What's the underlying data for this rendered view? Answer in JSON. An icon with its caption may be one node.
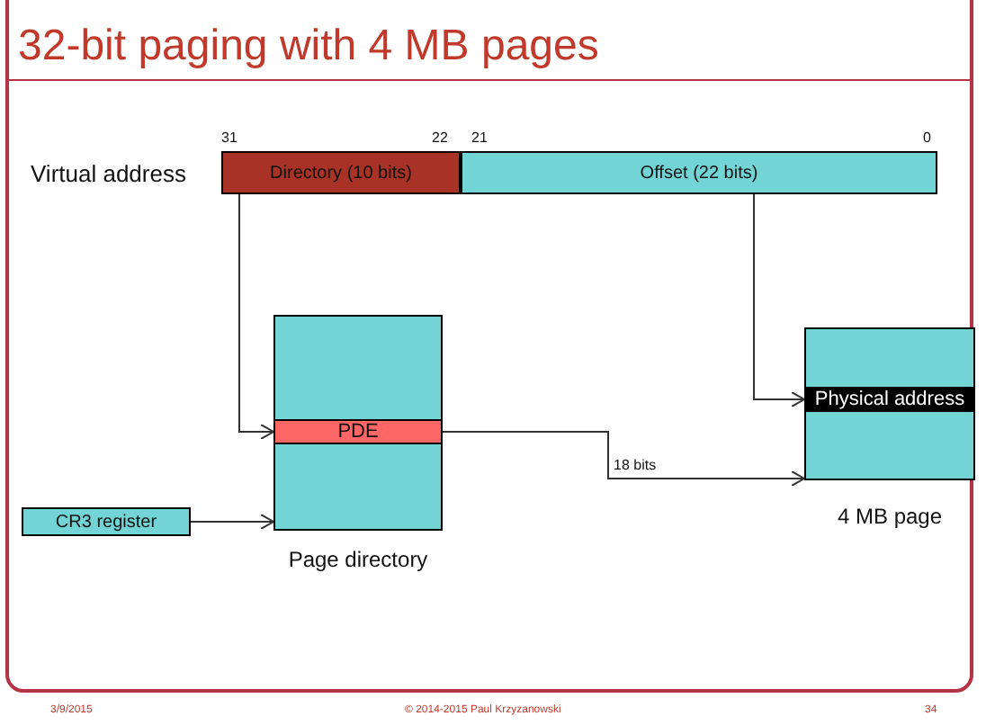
{
  "diagram": {
    "title": "32-bit paging with 4 MB pages",
    "nodes": [
      {
        "text": [
          "Directory (10 bits)"
        ]
      },
      {
        "text": [
          "Offset (22 bits)"
        ]
      },
      {
        "text": [
          "Page directory"
        ]
      },
      {
        "text": [
          "PDE"
        ],
        "in": 2
      },
      {
        "text": [
          "CR3 register"
        ]
      },
      {
        "text": [
          "4 MB page"
        ]
      },
      {
        "text": [
          "Physical address"
        ],
        "in": 5
      }
    ],
    "edges": [
      {
        "from": 0,
        "to": 3,
        "arrow": "to"
      },
      {
        "from": 1,
        "to": 6,
        "arrow": "to"
      },
      {
        "from": 3,
        "to": 5,
        "arrow": "to",
        "label": "18 bits"
      },
      {
        "from": 4,
        "to": 2,
        "arrow": "to"
      }
    ],
    "labels": [
      "31",
      "22",
      "21",
      "0",
      "Virtual address",
      "3/9/2015",
      "© 2014-2015 Paul Krzyzanowski",
      "34"
    ]
  }
}
